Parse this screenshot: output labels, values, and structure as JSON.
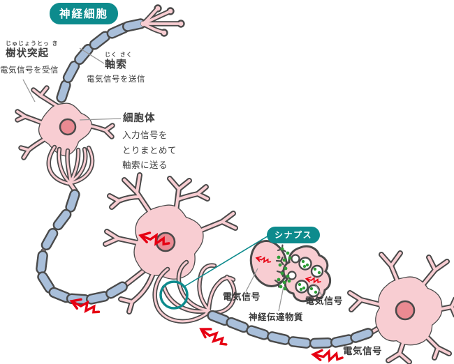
{
  "diagram_title": "神経細胞",
  "badges": {
    "cell": "神経細胞",
    "synapse": "シナプス"
  },
  "labels": {
    "dendrite": {
      "furigana": "じゅじょうとっ き",
      "term": "樹状突起",
      "description": "電気信号を受信"
    },
    "axon": {
      "furigana": "じく さく",
      "term": "軸索",
      "description": "電気信号を送信"
    },
    "cell_body": {
      "term": "細胞体",
      "description_lines": [
        "入力信号を",
        "とりまとめて",
        "軸索に送る"
      ]
    },
    "synapse": {
      "electric_signal_post": "電気信号",
      "neurotransmitter": "神経伝達物質",
      "electric_signal_pre": "電気信号"
    },
    "electric_signal_axon": "電気信号"
  },
  "icons": [
    "electric-signal-zigzag-icon",
    "neurotransmitter-dot-icon",
    "synaptic-vesicle-icon",
    "receptor-icon",
    "myelin-capsule-icon"
  ],
  "colors": {
    "teal": "#0d8b8d",
    "body_pink": "#f8cdd2",
    "nucleus_pink": "#ea8a92",
    "outline_gray": "#4a4a4a",
    "myelin_blue": "#a9bfda",
    "signal_red": "#e60012",
    "neurotransmitter_green": "#2f9e38"
  }
}
